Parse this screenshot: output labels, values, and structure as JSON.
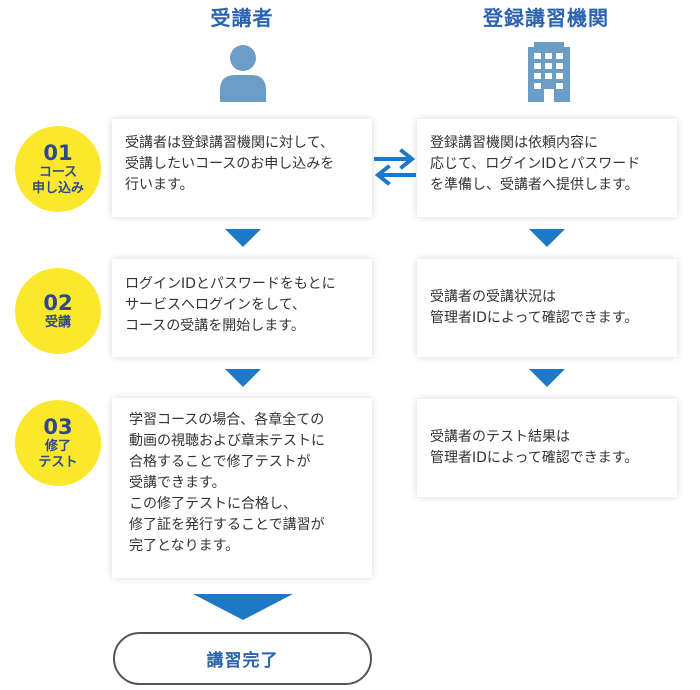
{
  "columns": {
    "left_title": "受講者",
    "right_title": "登録講習機関"
  },
  "icons": {
    "left": "person-icon",
    "right": "building-icon",
    "exchange": "exchange-arrows-icon"
  },
  "colors": {
    "accent_blue": "#2b63b1",
    "arrow_blue": "#1e78c8",
    "step_yellow": "#fbe72c",
    "icon_blue": "#6b9dc6"
  },
  "steps": [
    {
      "number": "01",
      "label": "コース\n申し込み",
      "left_text": "受講者は登録講習機関に対して、\n受講したいコースのお申し込みを\n行います。",
      "right_text": "登録講習機関は依頼内容に\n応じて、ログインIDとパスワード\nを準備し、受講者へ提供します。"
    },
    {
      "number": "02",
      "label": "受講",
      "left_text": "ログインIDとパスワードをもとに\nサービスへログインをして、\nコースの受講を開始します。",
      "right_text": "受講者の受講状況は\n管理者IDによって確認できます。"
    },
    {
      "number": "03",
      "label": "修了\nテスト",
      "left_text": "学習コースの場合、各章全ての\n動画の視聴および章末テストに\n合格することで修了テストが\n受講できます。\nこの修了テストに合格し、\n修了証を発行することで講習が\n完了となります。",
      "right_text": "受講者のテスト結果は\n管理者IDによって確認できます。"
    }
  ],
  "complete_label": "講習完了"
}
